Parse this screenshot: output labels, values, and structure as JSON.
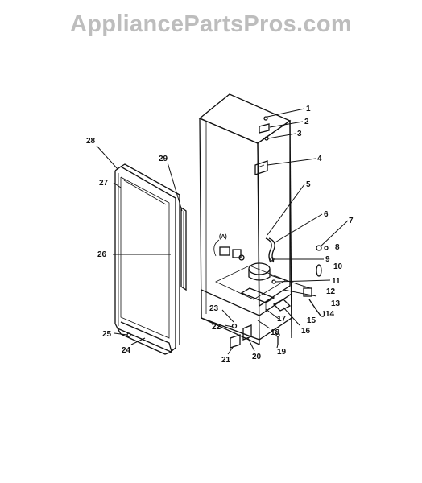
{
  "watermark": "AppliancePartsPros.com",
  "small_mark": "(A)",
  "callouts": [
    {
      "id": "c1",
      "label": "1"
    },
    {
      "id": "c2",
      "label": "2"
    },
    {
      "id": "c3",
      "label": "3"
    },
    {
      "id": "c4",
      "label": "4"
    },
    {
      "id": "c5",
      "label": "5"
    },
    {
      "id": "c6",
      "label": "6"
    },
    {
      "id": "c7",
      "label": "7"
    },
    {
      "id": "c8",
      "label": "8"
    },
    {
      "id": "c9",
      "label": "9"
    },
    {
      "id": "c10",
      "label": "10"
    },
    {
      "id": "c11",
      "label": "11"
    },
    {
      "id": "c12",
      "label": "12"
    },
    {
      "id": "c13",
      "label": "13"
    },
    {
      "id": "c14",
      "label": "14"
    },
    {
      "id": "c15",
      "label": "15"
    },
    {
      "id": "c16",
      "label": "16"
    },
    {
      "id": "c17",
      "label": "17"
    },
    {
      "id": "c18",
      "label": "18"
    },
    {
      "id": "c19",
      "label": "19"
    },
    {
      "id": "c20",
      "label": "20"
    },
    {
      "id": "c21",
      "label": "21"
    },
    {
      "id": "c22",
      "label": "22"
    },
    {
      "id": "c23",
      "label": "23"
    },
    {
      "id": "c24",
      "label": "24"
    },
    {
      "id": "c25",
      "label": "25"
    },
    {
      "id": "c26",
      "label": "26"
    },
    {
      "id": "c27",
      "label": "27"
    },
    {
      "id": "c28",
      "label": "28"
    },
    {
      "id": "c29",
      "label": "29"
    }
  ]
}
